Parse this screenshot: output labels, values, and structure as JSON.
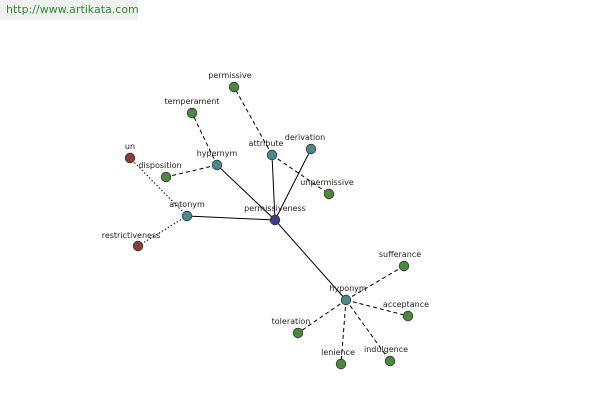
{
  "watermark": {
    "text": "http://www.artikata.com"
  },
  "colors": {
    "center": "#3a3f8f",
    "relation": "#4a8a8f",
    "leaf": "#4a8a3f",
    "antonym_leaf": "#8f3a3a"
  },
  "nodes": [
    {
      "id": "permissiveness",
      "label": "permissiveness",
      "kind": "center"
    },
    {
      "id": "hypernym",
      "label": "hypernym",
      "kind": "relation"
    },
    {
      "id": "attribute",
      "label": "attribute",
      "kind": "relation"
    },
    {
      "id": "derivation",
      "label": "derivation",
      "kind": "relation"
    },
    {
      "id": "antonym",
      "label": "antonym",
      "kind": "relation"
    },
    {
      "id": "hyponym",
      "label": "hyponym",
      "kind": "relation"
    },
    {
      "id": "permissive",
      "label": "permissive",
      "kind": "leaf"
    },
    {
      "id": "temperament",
      "label": "temperament",
      "kind": "leaf"
    },
    {
      "id": "disposition",
      "label": "disposition",
      "kind": "leaf"
    },
    {
      "id": "unpermissive",
      "label": "unpermissive",
      "kind": "leaf"
    },
    {
      "id": "un",
      "label": "un",
      "kind": "antonym_leaf"
    },
    {
      "id": "restrictiveness",
      "label": "restrictiveness",
      "kind": "antonym_leaf"
    },
    {
      "id": "sufferance",
      "label": "sufferance",
      "kind": "leaf"
    },
    {
      "id": "acceptance",
      "label": "acceptance",
      "kind": "leaf"
    },
    {
      "id": "toleration",
      "label": "toleration",
      "kind": "leaf"
    },
    {
      "id": "lenience",
      "label": "lenience",
      "kind": "leaf"
    },
    {
      "id": "indulgence",
      "label": "indulgence",
      "kind": "leaf"
    }
  ],
  "edges": [
    {
      "from": "permissiveness",
      "to": "hypernym",
      "style": "solid"
    },
    {
      "from": "permissiveness",
      "to": "attribute",
      "style": "solid"
    },
    {
      "from": "permissiveness",
      "to": "derivation",
      "style": "solid"
    },
    {
      "from": "permissiveness",
      "to": "antonym",
      "style": "solid"
    },
    {
      "from": "permissiveness",
      "to": "hyponym",
      "style": "solid"
    },
    {
      "from": "hypernym",
      "to": "temperament",
      "style": "dashed"
    },
    {
      "from": "hypernym",
      "to": "disposition",
      "style": "dashed"
    },
    {
      "from": "attribute",
      "to": "permissive",
      "style": "dashed"
    },
    {
      "from": "attribute",
      "to": "unpermissive",
      "style": "dashed"
    },
    {
      "from": "antonym",
      "to": "un",
      "style": "dotted"
    },
    {
      "from": "antonym",
      "to": "restrictiveness",
      "style": "dotted"
    },
    {
      "from": "hyponym",
      "to": "sufferance",
      "style": "dashed"
    },
    {
      "from": "hyponym",
      "to": "acceptance",
      "style": "dashed"
    },
    {
      "from": "hyponym",
      "to": "toleration",
      "style": "dashed"
    },
    {
      "from": "hyponym",
      "to": "lenience",
      "style": "dashed"
    },
    {
      "from": "hyponym",
      "to": "indulgence",
      "style": "dashed"
    }
  ]
}
